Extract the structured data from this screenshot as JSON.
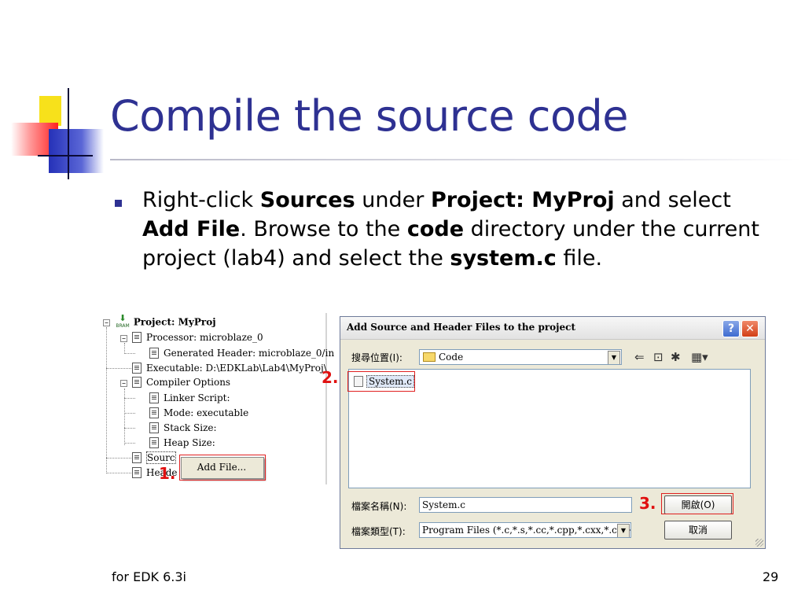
{
  "slide": {
    "title": "Compile the source code",
    "bullet": {
      "t1": "Right-click ",
      "b1": "Sources",
      "t2": " under ",
      "b2": "Project: MyProj",
      "t3": " and select ",
      "b3": "Add File",
      "t4": ". Browse to the ",
      "b4": "code",
      "t5": " directory under the current project (lab4) and select the ",
      "b5": "system.c",
      "t6": " file."
    },
    "footer_left": "for EDK 6.3i",
    "page_number": "29",
    "colors": {
      "title": "#2e3192",
      "annotation_red": "#e01010"
    }
  },
  "tree": {
    "root": "Project: MyProj",
    "bram_label": "BRAM",
    "items": [
      "Processor: microblaze_0",
      "Generated Header: microblaze_0/in",
      "Executable: D:\\EDKLab\\Lab4\\MyProj\\",
      "Compiler Options",
      "Linker Script:",
      "Mode: executable",
      "Stack Size:",
      "Heap Size:",
      "Sourc",
      "Heade"
    ],
    "context_menu": {
      "add_file": "Add File..."
    }
  },
  "annotations": {
    "step1": "1.",
    "step2": "2.",
    "step3": "3."
  },
  "dialog": {
    "title": "Add Source and Header Files to the project",
    "help_label": "?",
    "close_label": "✕",
    "look_in_label": "搜尋位置(I):",
    "look_in_value": "Code",
    "toolbar_icons": [
      "back-arrow-icon",
      "up-folder-icon",
      "new-folder-icon",
      "view-menu-icon"
    ],
    "files": [
      "System.c"
    ],
    "filename_label": "檔案名稱(N):",
    "filename_value": "System.c",
    "filetype_label": "檔案類型(T):",
    "filetype_value": "Program Files (*.c,*.s,*.cc,*.cpp,*.cxx,*.c++",
    "open_button": "開啟(O)",
    "cancel_button": "取消"
  }
}
